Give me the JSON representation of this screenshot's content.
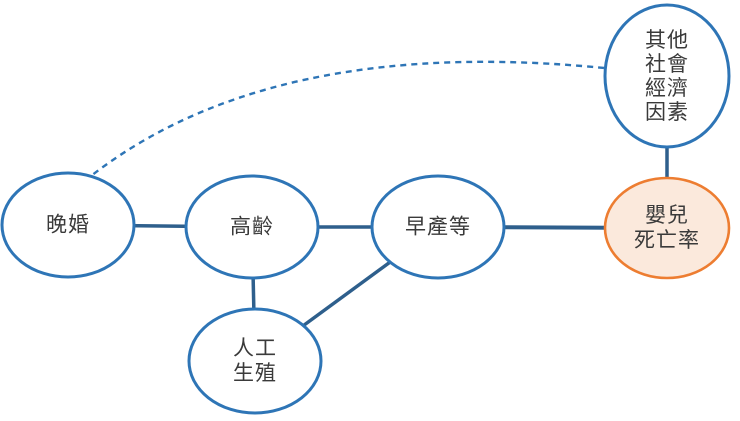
{
  "diagram": {
    "title": "infant-mortality-cause-diagram",
    "colors": {
      "node_border_blue": "#2E75B6",
      "node_fill_white": "#FFFFFF",
      "highlight_border_orange": "#ED7D31",
      "highlight_fill_orange": "#FBE9DC",
      "connector_blue": "#2E5F8C",
      "dashed_connector_blue": "#2E75B6",
      "text_color": "#3A3A3A"
    },
    "nodes": {
      "other_factors": {
        "lines": [
          "其他",
          "社會",
          "經濟",
          "因素"
        ]
      },
      "late_marriage": {
        "lines": [
          "晚婚"
        ]
      },
      "advanced_age": {
        "lines": [
          "高齡"
        ]
      },
      "premature_birth": {
        "lines": [
          "早產等"
        ]
      },
      "infant_mortality": {
        "lines": [
          "嬰兒",
          "死亡率"
        ]
      },
      "artificial_reproduction": {
        "lines": [
          "人工",
          "生殖"
        ]
      }
    },
    "edges": [
      {
        "from": "late_marriage",
        "to": "advanced_age",
        "style": "solid"
      },
      {
        "from": "advanced_age",
        "to": "premature_birth",
        "style": "solid"
      },
      {
        "from": "premature_birth",
        "to": "infant_mortality",
        "style": "solid"
      },
      {
        "from": "advanced_age",
        "to": "artificial_reproduction",
        "style": "solid"
      },
      {
        "from": "artificial_reproduction",
        "to": "premature_birth",
        "style": "solid"
      },
      {
        "from": "other_factors",
        "to": "infant_mortality",
        "style": "solid"
      },
      {
        "from": "late_marriage",
        "to": "other_factors",
        "style": "dashed-curve"
      }
    ]
  }
}
